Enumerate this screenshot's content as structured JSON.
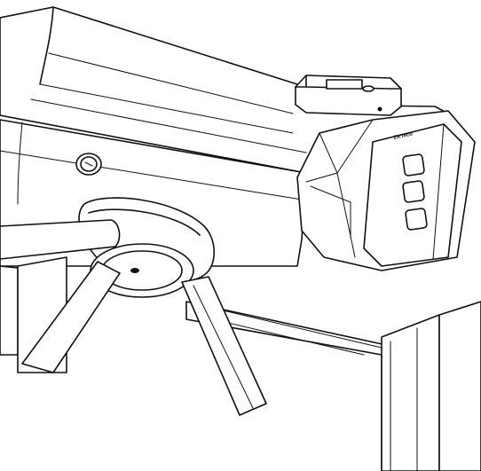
{
  "drawing": {
    "brand_mark": "ZKTeco",
    "colors": {
      "line": "#111111",
      "background": "#ffffff"
    },
    "parts": {
      "reader_module": {
        "indicator_light": "led-indicator"
      },
      "control_panel": {
        "button_count": 3
      },
      "tripod_arms": 3
    }
  }
}
